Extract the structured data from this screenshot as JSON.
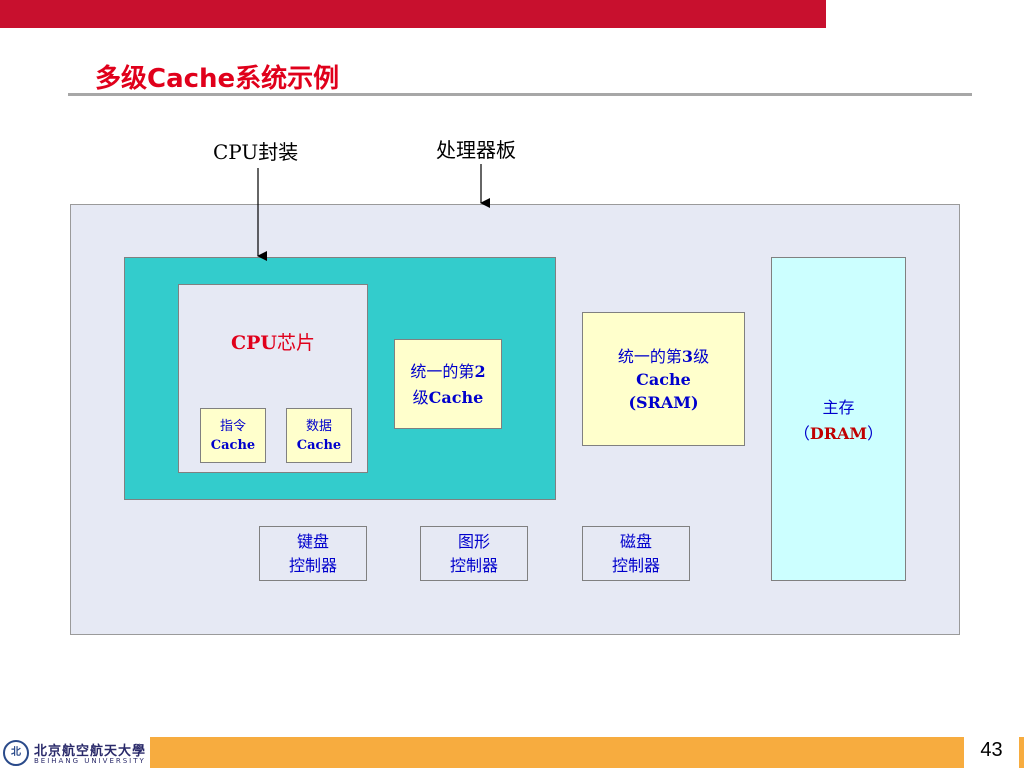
{
  "header": {
    "title": "多级Cache系统示例"
  },
  "labels": {
    "cpu_package": "CPU封装",
    "processor_board": "处理器板"
  },
  "cpu_chip": {
    "title_prefix": "CPU",
    "title_suffix": "芯片"
  },
  "icache": {
    "line1": "指令",
    "line2": "Cache"
  },
  "dcache": {
    "line1": "数据",
    "line2": "Cache"
  },
  "l2_cache": {
    "line1_prefix": "统一的第",
    "line1_bold": "2",
    "line2_prefix": "级",
    "line2_bold": "Cache"
  },
  "l3_cache": {
    "line1_prefix": "统一的第",
    "line1_bold": "3",
    "line1_suffix": "级",
    "line2": "Cache",
    "line3": "(SRAM)"
  },
  "main_memory": {
    "line1": "主存",
    "line2_open": "（",
    "line2_bold": "DRAM",
    "line2_close": "）"
  },
  "controllers": {
    "keyboard": {
      "line1": "键盘",
      "line2": "控制器"
    },
    "graphics": {
      "line1": "图形",
      "line2": "控制器"
    },
    "disk": {
      "line1": "磁盘",
      "line2": "控制器"
    }
  },
  "footer": {
    "university_cn": "北京航空航天大學",
    "university_en": "BEIHANG UNIVERSITY",
    "logo_mark": "北",
    "page_number": "43"
  },
  "colors": {
    "header_bar": "#c8102e",
    "title": "#e0001b",
    "board_fill": "#e6e9f4",
    "cpu_package_fill": "#33cccc",
    "cache_fill": "#ffffcc",
    "main_memory_fill": "#ccffff",
    "text_blue": "#0000cc",
    "footer_bar": "#f7ac3f"
  }
}
